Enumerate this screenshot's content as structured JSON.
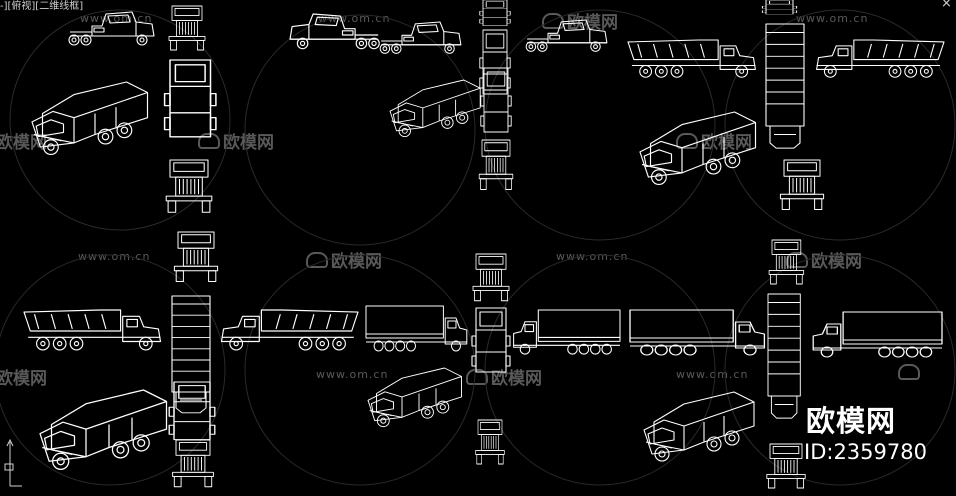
{
  "viewport": {
    "label": "-][俯视][二维线框]",
    "close_glyph": "×"
  },
  "watermark": {
    "url": "www.om.cn",
    "brand": "欧模网"
  },
  "brand_overlay": {
    "logo_text": "欧模网",
    "id_text": "ID:2359780"
  },
  "colors": {
    "background": "#000000",
    "linework": "#ffffff",
    "watermark": "#5a5a5a"
  }
}
